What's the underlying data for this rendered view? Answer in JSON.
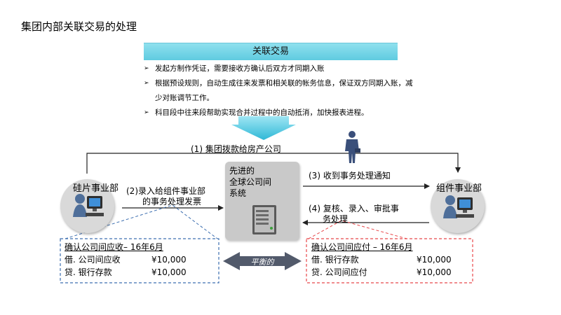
{
  "title": "集团内部关联交易的处理",
  "header": {
    "label": "关联交易"
  },
  "bullets": [
    "发起方制作凭证，需要接收方确认后双方才同期入账",
    "根据预设规则，自动生成往来发票和相关联的帐务信息，保证双方同期入账，减少对账调节工作。",
    "科目段中往来段帮助实现合并过程中的自动抵消，加快报表进程。"
  ],
  "bullet_marker": "➢",
  "flows": {
    "step1": "(1) 集团拨款给房产公司",
    "step2_line1": "(2)录入给组件事业部",
    "step2_line2": "的事务处理发票",
    "step3": "(3) 收到事务处理通知",
    "step4_line1": "(4) 复核、录入、审批事",
    "step4_line2": "务处理"
  },
  "nodes": {
    "left": "硅片事业部",
    "right": "组件事业部",
    "system_lines": [
      "先进的",
      "全球公司间",
      "系统"
    ]
  },
  "balance_label": "平衡的",
  "ledger_left": {
    "title": "确认公司间应收– 16年6月",
    "rows": [
      {
        "account": "借. 公司间应收",
        "amount": "¥10,000"
      },
      {
        "account": "贷. 银行存款",
        "amount": "¥10,000"
      }
    ]
  },
  "ledger_right": {
    "title": "确认公司间应付 – 16年6月",
    "rows": [
      {
        "account": "借. 银行存款",
        "amount": "¥10,000"
      },
      {
        "account": "贷. 公司间应付",
        "amount": "¥10,000"
      }
    ]
  },
  "colors": {
    "header_bar": "#6fd2e6",
    "big_arrow": "#3bc1dc",
    "ledger_left_border": "#3d6fb0",
    "ledger_right_border": "#e8474a",
    "balance_arrow": "#525a6b"
  }
}
